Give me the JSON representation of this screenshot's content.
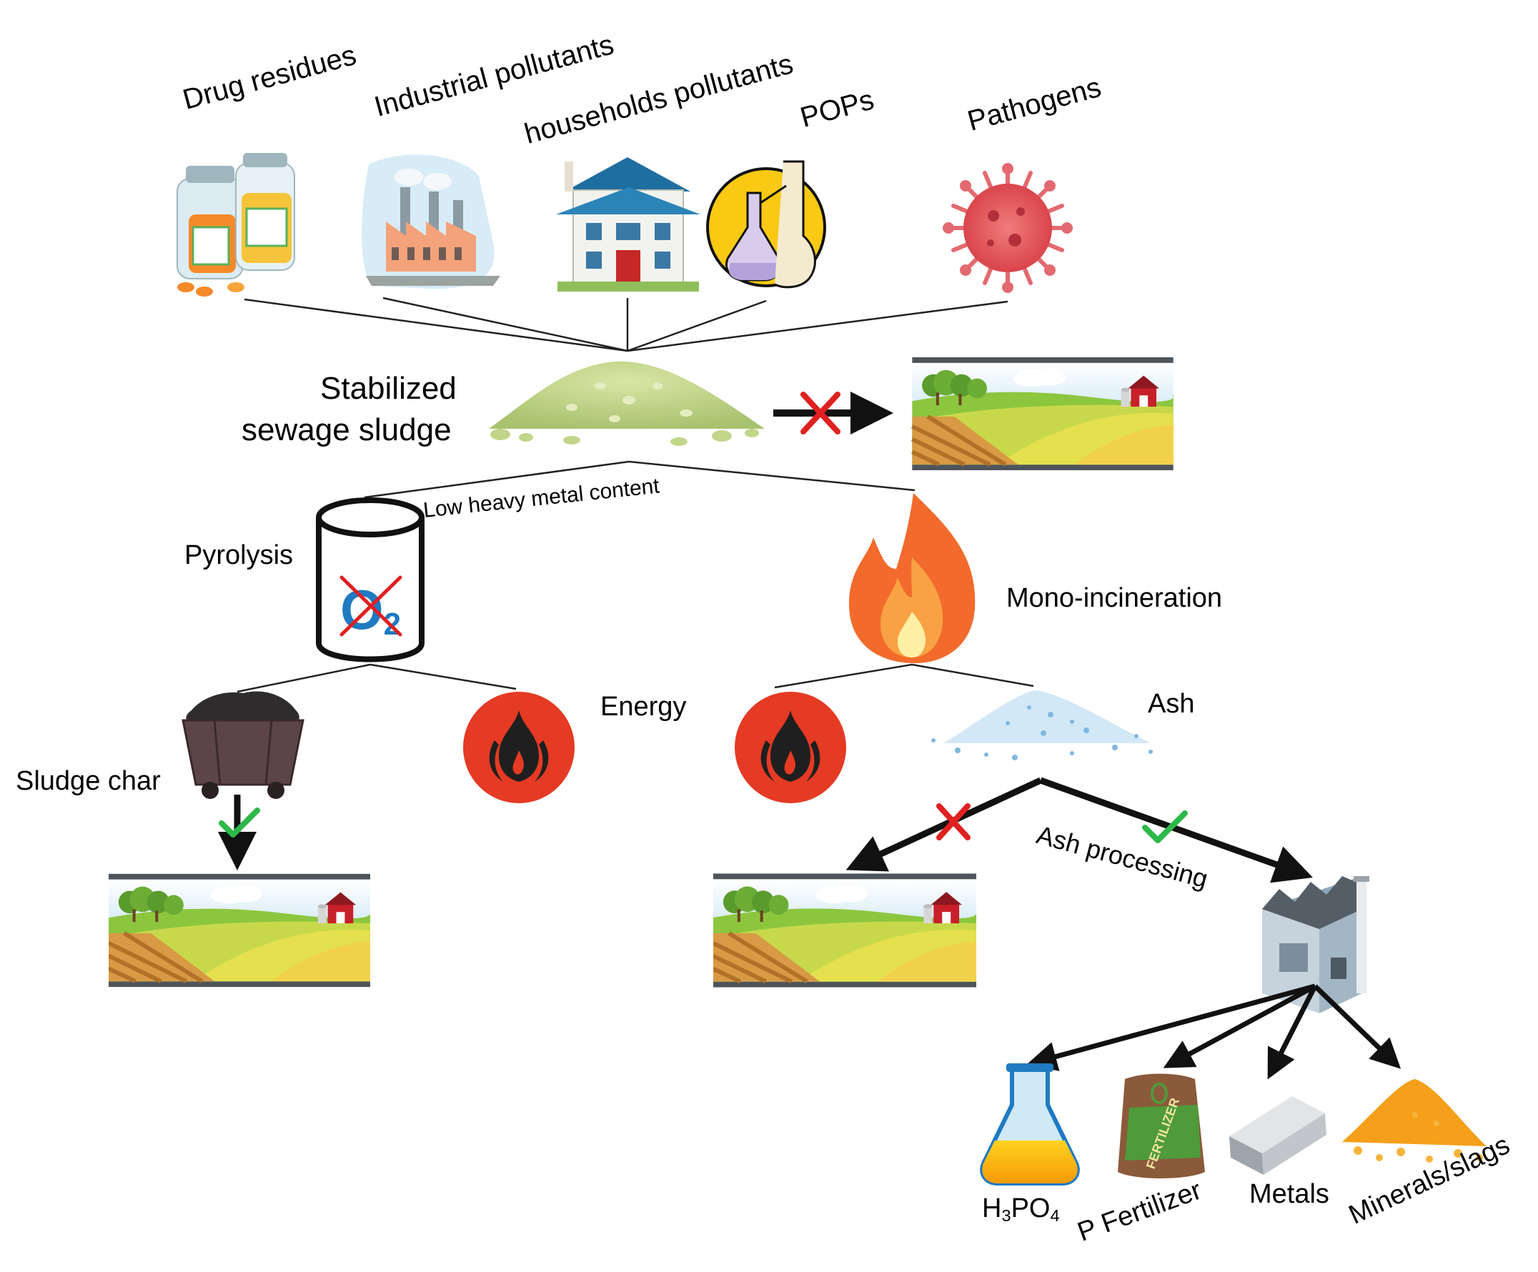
{
  "sources": [
    {
      "id": "drug",
      "label": "Drug residues",
      "icon": "drug-bottles-icon"
    },
    {
      "id": "industrial",
      "label": "Industrial pollutants",
      "icon": "factory-icon"
    },
    {
      "id": "households",
      "label": "households pollutants",
      "icon": "house-icon"
    },
    {
      "id": "pops",
      "label": "POPs",
      "icon": "lab-flasks-icon"
    },
    {
      "id": "pathogens",
      "label": "Pathogens",
      "icon": "virus-icon"
    }
  ],
  "sludge": {
    "line1": "Stabilized",
    "line2": "sewage sludge",
    "icon": "sludge-pile-icon"
  },
  "low_metal": "Low heavy metal content",
  "pyrolysis": {
    "label": "Pyrolysis",
    "icon": "reactor-no-oxygen-icon",
    "o2_text": "O",
    "o2_sub": "2"
  },
  "mono": {
    "label": "Mono-incineration",
    "icon": "flame-icon"
  },
  "energy": {
    "label": "Energy",
    "icon": "energy-icon"
  },
  "ash": {
    "label": "Ash",
    "icon": "ash-pile-icon"
  },
  "char": {
    "label": "Sludge char",
    "icon": "coal-cart-icon"
  },
  "ash_processing": "Ash processing",
  "products": [
    {
      "id": "h3po4",
      "text": "H",
      "sub1": "3",
      "text2": "PO",
      "sub2": "4",
      "icon": "acid-flask-icon"
    },
    {
      "id": "pfert",
      "label": "P Fertilizer",
      "icon": "fertilizer-bag-icon"
    },
    {
      "id": "metals",
      "label": "Metals",
      "icon": "metal-ingot-icon"
    },
    {
      "id": "minerals",
      "label": "Minerals/slags",
      "icon": "minerals-pile-icon"
    }
  ],
  "fertilizer_bag_text": "FERTILIZER",
  "colors": {
    "arrow": "#111111",
    "line": "#222222",
    "cross": "#e02020",
    "check": "#2db84a",
    "energy_red": "#e53a23",
    "flame_orange": "#f26b2c"
  }
}
